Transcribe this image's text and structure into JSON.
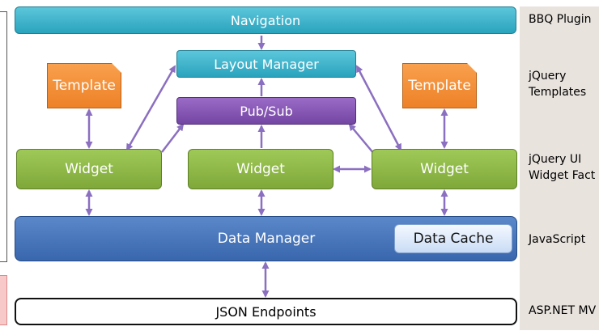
{
  "diagram": {
    "navigation": "Navigation",
    "layout_manager": "Layout Manager",
    "pubsub": "Pub/Sub",
    "widgets": [
      "Widget",
      "Widget",
      "Widget"
    ],
    "templates": [
      "Template",
      "Template"
    ],
    "data_manager": "Data Manager",
    "data_cache": "Data Cache",
    "json_endpoints": "JSON Endpoints"
  },
  "side_labels": [
    "BBQ Plugin",
    "jQuery Templates",
    "jQuery UI Widget Fact",
    "JavaScript",
    "ASP.NET MV"
  ],
  "colors": {
    "navigation": "#2aa3bd",
    "pubsub": "#7446a3",
    "widget": "#7fa83a",
    "template": "#ed8127",
    "data_manager": "#3966ad",
    "arrow": "#8b6fc0",
    "side_panel": "#e8e3dd"
  }
}
